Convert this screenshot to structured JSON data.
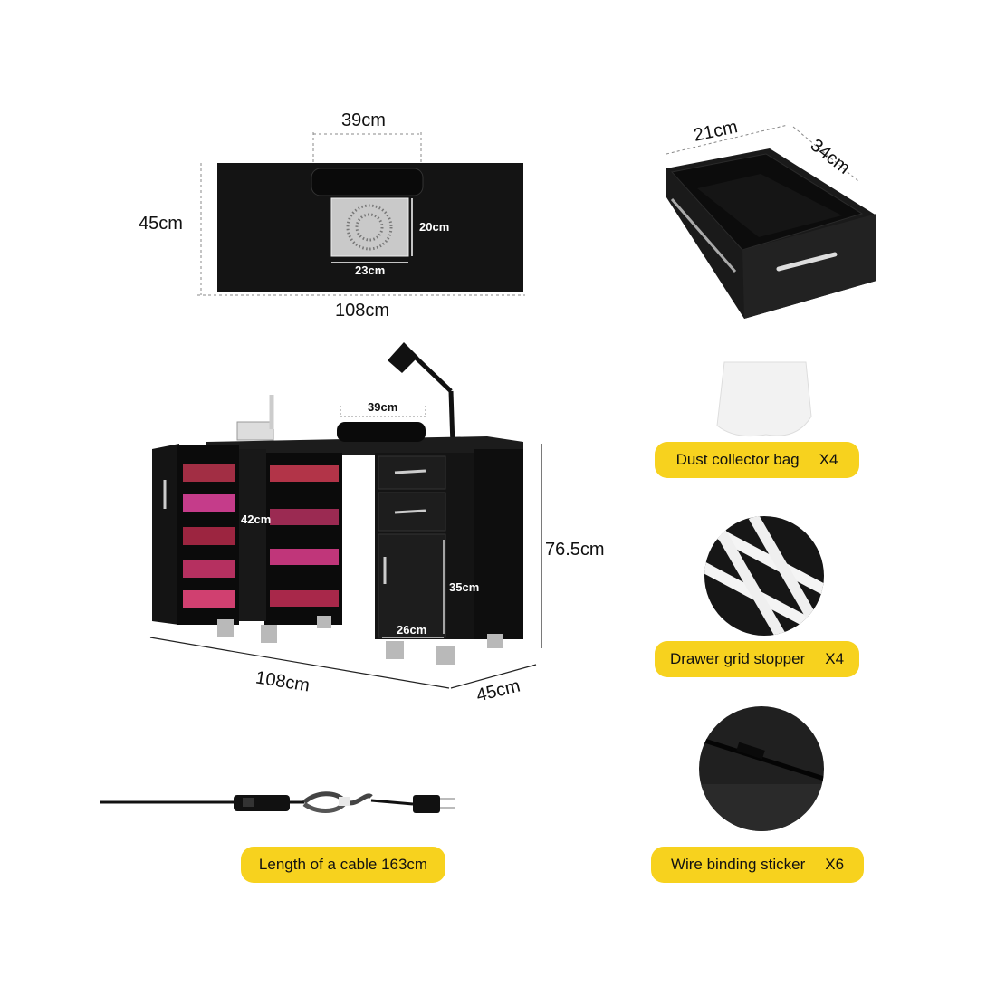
{
  "top_view": {
    "width_label": "108cm",
    "depth_label": "45cm",
    "armrest_label": "39cm",
    "fan_width_label": "23cm",
    "fan_height_label": "20cm"
  },
  "drawer": {
    "width_label": "21cm",
    "depth_label": "34cm"
  },
  "desk": {
    "armrest_label": "39cm",
    "shelf_depth_label": "42cm",
    "height_label": "76.5cm",
    "width_label": "108cm",
    "depth_label": "45cm",
    "cabinet_height_label": "35cm",
    "cabinet_width_label": "26cm"
  },
  "accessories": [
    {
      "name": "Dust collector bag",
      "qty": "X4"
    },
    {
      "name": "Drawer grid stopper",
      "qty": "X4"
    },
    {
      "name": "Wire binding sticker",
      "qty": "X6"
    }
  ],
  "cable": {
    "label": "Length of a cable 163cm"
  }
}
